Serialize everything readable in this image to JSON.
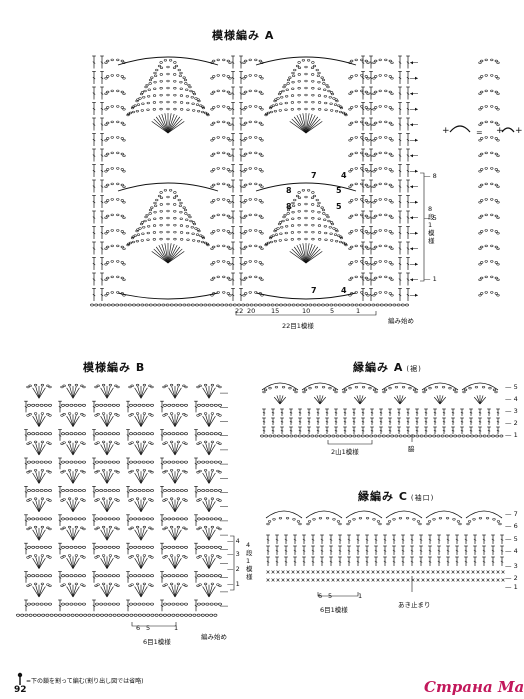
{
  "page_number": "92",
  "watermark": "Страна Мам",
  "pattern_a": {
    "title": "模様編み A",
    "bottom_numbers": [
      "22",
      "20",
      "15",
      "10",
      "5",
      "1"
    ],
    "repeat_label": "22目1模様",
    "start_label": "編み始め",
    "row_numbers": [
      "8",
      "5",
      "1"
    ],
    "row_bracket_label": "8段1模様",
    "stitch_numbers": [
      "7",
      "4",
      "8",
      "5",
      "8",
      "5",
      "7",
      "4"
    ]
  },
  "legend_symbol": {
    "eq": "="
  },
  "pattern_b": {
    "title": "模様編み B",
    "bottom_numbers": [
      "6",
      "5",
      "1"
    ],
    "repeat_label": "6目1模様",
    "start_label": "編み始め",
    "row_numbers": [
      "4",
      "3",
      "2",
      "1"
    ],
    "row_bracket_label": "4段1模様"
  },
  "edging_a": {
    "title": "縁編み A",
    "subtitle": "(裾)",
    "repeat_label": "2山1模様",
    "seam_label": "脇",
    "row_numbers": [
      "5",
      "4",
      "3",
      "2",
      "1"
    ]
  },
  "edging_c": {
    "title": "縁編み C",
    "subtitle": "(袖口)",
    "bottom_numbers": [
      "6",
      "5",
      "1"
    ],
    "repeat_label": "6目1模様",
    "opening_label": "あき止まり",
    "row_numbers": [
      "7",
      "6",
      "5",
      "4",
      "3",
      "2",
      "1"
    ]
  },
  "footnote": "=下の鎖を割って編む(割り出し図では省略)"
}
